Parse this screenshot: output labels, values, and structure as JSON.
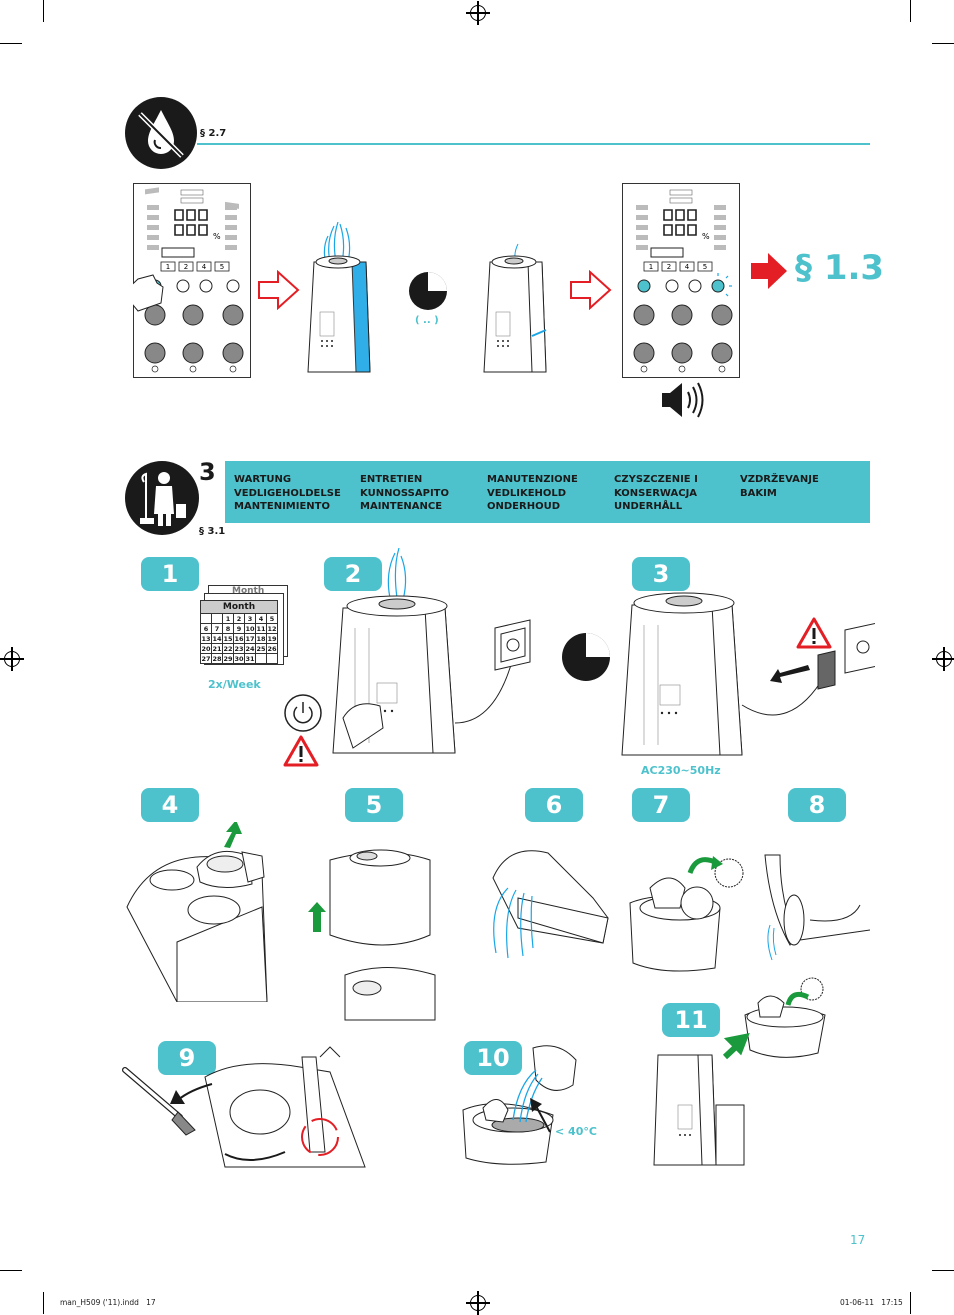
{
  "section_27": {
    "ref": "§ 2.7"
  },
  "goto_13": {
    "label": "§ 1.3"
  },
  "timer_label": "( .. )",
  "section_3": {
    "number": "3",
    "ref": "§ 3.1",
    "columns": [
      [
        "WARTUNG",
        "VEDLIGEHOLDELSE",
        "MANTENIMIENTO"
      ],
      [
        "ENTRETIEN",
        "KUNNOSSAPITO",
        "MAINTENANCE"
      ],
      [
        "MANUTENZIONE",
        "VEDLIKEHOLD",
        "ONDERHOUD"
      ],
      [
        "CZYSZCZENIE I",
        "KONSERWACJA",
        "UNDERHÅLL"
      ],
      [
        "VZDRŽEVANJE",
        "BAKIM"
      ]
    ]
  },
  "steps": [
    "1",
    "2",
    "3",
    "4",
    "5",
    "6",
    "7",
    "8",
    "9",
    "10",
    "11"
  ],
  "calendar": {
    "title": "Month",
    "back_title": "Month",
    "rows": [
      [
        "",
        "",
        "1",
        "2",
        "3",
        "4",
        "5"
      ],
      [
        "6",
        "7",
        "8",
        "9",
        "10",
        "11",
        "12"
      ],
      [
        "13",
        "14",
        "15",
        "16",
        "17",
        "18",
        "19"
      ],
      [
        "20",
        "21",
        "22",
        "23",
        "24",
        "25",
        "26"
      ],
      [
        "27",
        "28",
        "29",
        "30",
        "31",
        "",
        ""
      ]
    ],
    "frequency": "2x/Week"
  },
  "panel_buttons": [
    "1",
    "2",
    "4",
    "5"
  ],
  "voltage": "AC230~50Hz",
  "temperature": "< 40°C",
  "page_number": "17",
  "footer": {
    "file": "man_H509 ('11).indd   17",
    "stamp": "01-06-11   17:15"
  },
  "colors": {
    "accent": "#4dc2cc",
    "arrow_red": "#e31e24",
    "arrow_green": "#1a9a3c",
    "water_blue": "#1aa6e6"
  }
}
